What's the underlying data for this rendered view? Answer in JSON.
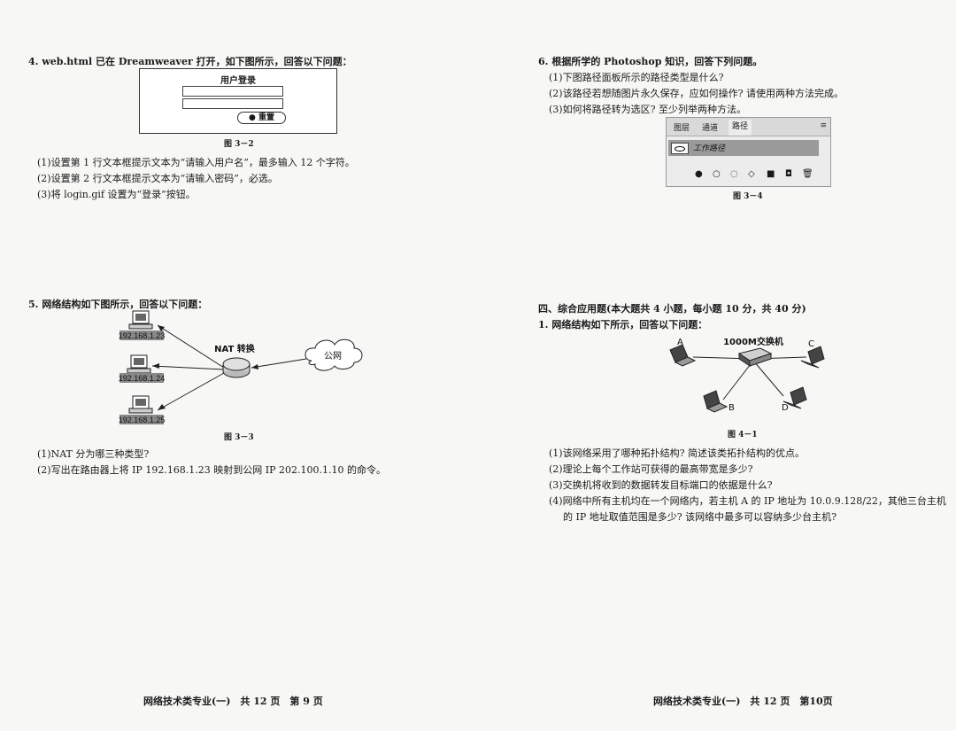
{
  "left": {
    "q4": {
      "title": "4. web.html 已在 Dreamweaver 打开，如下图所示，回答以下问题：",
      "form": {
        "title": "用户登录",
        "reset_label": "● 重置"
      },
      "caption": "图 3－2",
      "items": [
        "(1)设置第 1 行文本框提示文本为“请输入用户名”，最多输入 12 个字符。",
        "(2)设置第 2 行文本框提示文本为“请输入密码”，必选。",
        "(3)将 login.gif 设置为“登录”按钮。"
      ]
    },
    "q5": {
      "title": "5. 网络结构如下图所示，回答以下问题：",
      "diagram": {
        "hosts": [
          "192.168.1.23",
          "192.168.1.24",
          "192.168.1.25"
        ],
        "router_label": "NAT 转换",
        "cloud_label": "公网"
      },
      "caption": "图 3－3",
      "items": [
        "(1)NAT 分为哪三种类型?",
        "(2)写出在路由器上将 IP 192.168.1.23 映射到公网 IP 202.100.1.10 的命令。"
      ]
    },
    "footer": "网络技术类专业(一)　共 12 页　第 9 页"
  },
  "right": {
    "q6": {
      "title": "6. 根据所学的 Photoshop 知识，回答下列问题。",
      "items": [
        "(1)下图路径面板所示的路径类型是什么?",
        "(2)该路径若想随图片永久保存，应如何操作? 请使用两种方法完成。",
        "(3)如何将路径转为选区? 至少列举两种方法。"
      ],
      "panel": {
        "tabs": [
          "图层",
          "通道",
          "路径"
        ],
        "menu_icon": "≡",
        "row_label": "工作路径",
        "tools": [
          "●",
          "○",
          "◌",
          "◇",
          "■",
          "◘",
          "🗑"
        ]
      },
      "caption": "图 3－4"
    },
    "section": {
      "title": "四、综合应用题(本大题共 4 小题，每小题 10 分，共 40 分)"
    },
    "q1": {
      "title": "1. 网络结构如下所示，回答以下问题：",
      "diagram": {
        "switch_label": "1000M交换机",
        "nodes": [
          "A",
          "B",
          "C",
          "D"
        ]
      },
      "caption": "图 4－1",
      "items": [
        "(1)该网络采用了哪种拓扑结构? 简述该类拓扑结构的优点。",
        "(2)理论上每个工作站可获得的最高带宽是多少?",
        "(3)交换机将收到的数据转发目标端口的依据是什么?",
        "(4)网络中所有主机均在一个网络内，若主机 A 的 IP 地址为 10.0.9.128/22，其他三台主机",
        "的 IP 地址取值范围是多少? 该网络中最多可以容纳多少台主机?"
      ]
    },
    "footer": "网络技术类专业(一)　共 12 页　第10页"
  }
}
